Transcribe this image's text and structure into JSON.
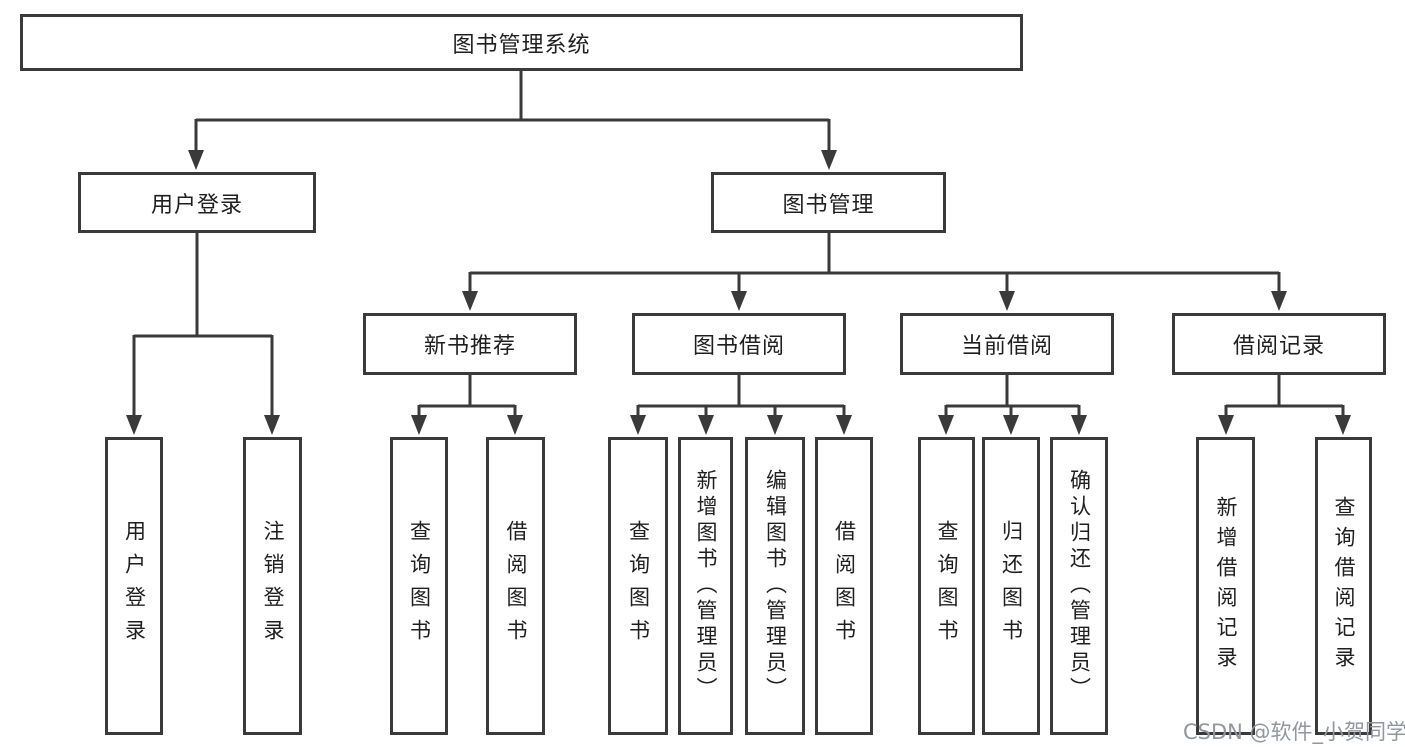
{
  "tree": {
    "label": "图书管理系统",
    "children": [
      {
        "label": "用户登录",
        "children": [
          {
            "label": "用户登录"
          },
          {
            "label": "注销登录"
          }
        ]
      },
      {
        "label": "图书管理",
        "children": [
          {
            "label": "新书推荐",
            "children": [
              {
                "label": "查询图书"
              },
              {
                "label": "借阅图书"
              }
            ]
          },
          {
            "label": "图书借阅",
            "children": [
              {
                "label": "查询图书"
              },
              {
                "label": "新增图书（管理员）"
              },
              {
                "label": "编辑图书（管理员）"
              },
              {
                "label": "借阅图书"
              }
            ]
          },
          {
            "label": "当前借阅",
            "children": [
              {
                "label": "查询图书"
              },
              {
                "label": "归还图书"
              },
              {
                "label": "确认归还（管理员）"
              }
            ]
          },
          {
            "label": "借阅记录",
            "children": [
              {
                "label": "新增借阅记录"
              },
              {
                "label": "查询借阅记录"
              }
            ]
          }
        ]
      }
    ]
  },
  "watermark": {
    "text": "CSDN @软件_小贺同学"
  },
  "colors": {
    "line": "#3a3a3a",
    "text": "#1f1f1f",
    "background": "#ffffff",
    "watermark": "#9296a0"
  }
}
